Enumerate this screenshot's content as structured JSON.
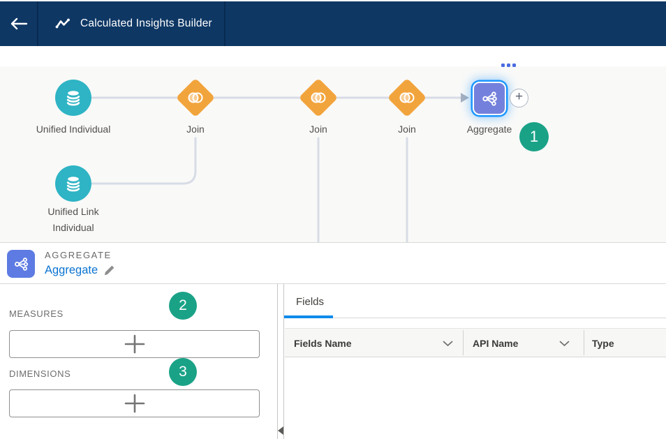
{
  "header": {
    "title": "Calculated Insights Builder"
  },
  "canvas": {
    "nodes": [
      {
        "id": "unified-individual",
        "type": "data-source",
        "label": "Unified Individual"
      },
      {
        "id": "join-1",
        "type": "join",
        "label": "Join"
      },
      {
        "id": "join-2",
        "type": "join",
        "label": "Join"
      },
      {
        "id": "join-3",
        "type": "join",
        "label": "Join"
      },
      {
        "id": "aggregate",
        "type": "aggregate",
        "label": "Aggregate",
        "selected": true
      },
      {
        "id": "unified-link-individual",
        "type": "data-source",
        "label": "Unified Link Individual"
      }
    ],
    "add_node_label": "+"
  },
  "annotations": {
    "badges": [
      {
        "number": "1"
      },
      {
        "number": "2"
      },
      {
        "number": "3"
      }
    ]
  },
  "inspector": {
    "type_label": "AGGREGATE",
    "node_name": "Aggregate",
    "measures_label": "MEASURES",
    "dimensions_label": "DIMENSIONS",
    "tabs": [
      {
        "label": "Fields",
        "active": true
      }
    ],
    "table": {
      "columns": [
        {
          "label": "Fields Name"
        },
        {
          "label": "API Name"
        },
        {
          "label": "Type"
        }
      ],
      "rows": []
    }
  },
  "colors": {
    "navbar": "#0e3764",
    "canvas_bg": "#f9f9f8",
    "teal_node": "#2eb4c4",
    "orange_node": "#f2a43c",
    "indigo_node": "#7481dc",
    "selection_ring": "#1b96ff",
    "connector": "#d7dce5",
    "badge_green": "#1aa287",
    "link_blue": "#0b74d1",
    "tab_underline": "#0f8bec"
  }
}
